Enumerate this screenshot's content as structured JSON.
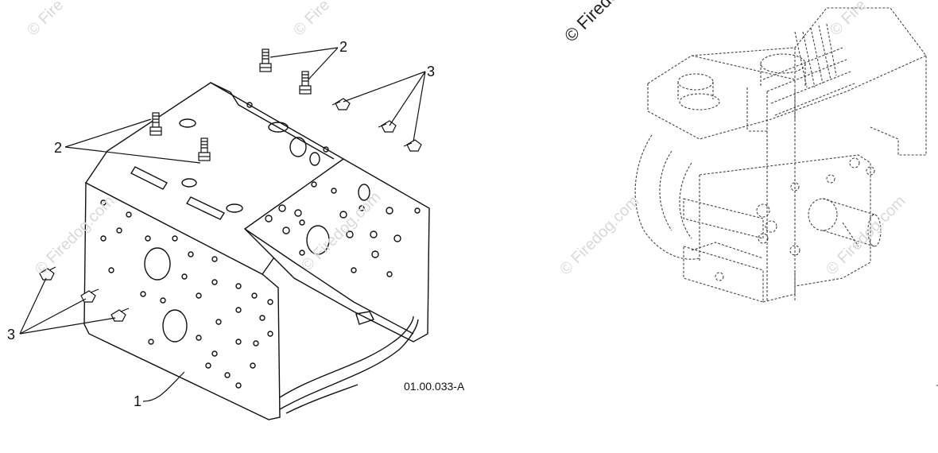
{
  "diagram": {
    "callouts": {
      "part_1": "1",
      "part_2_upper": "2",
      "part_2_left": "2",
      "part_3_upper": "3",
      "part_3_lower": "3"
    },
    "figure_reference": "01.00.033-A",
    "watermarks": {
      "copyright": "© Firedo",
      "brand": "© Firedog.com",
      "brand_partial": "© Fire"
    }
  }
}
